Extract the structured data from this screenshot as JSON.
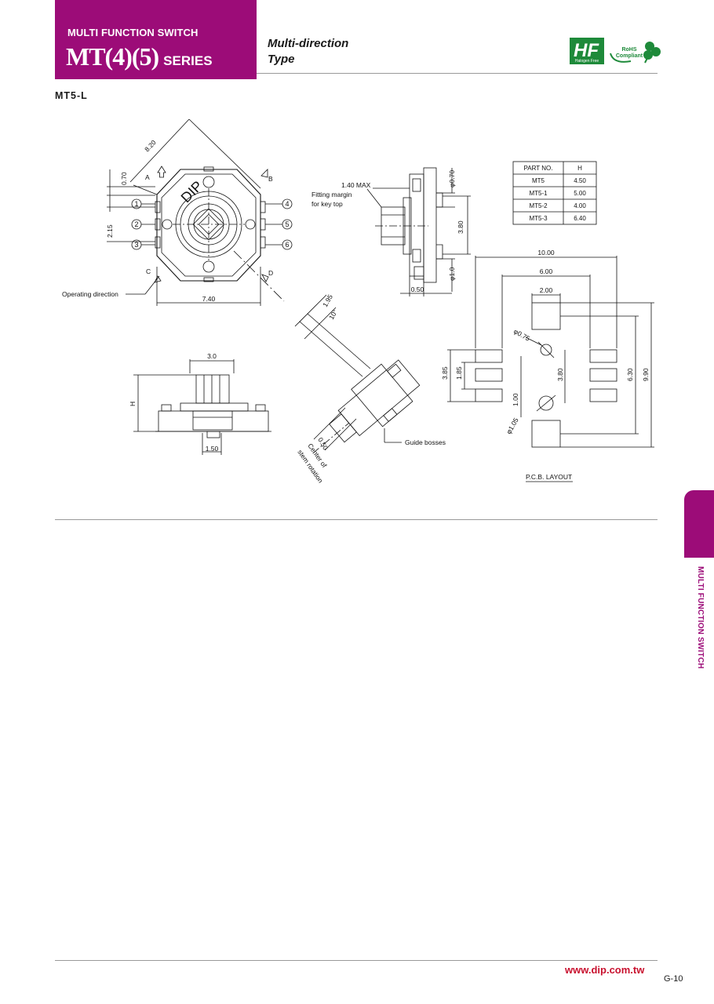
{
  "header": {
    "category": "MULTI FUNCTION SWITCH",
    "series_model": "MT(4)(5)",
    "series_word": "SERIES",
    "subtitle_line1": "Multi-direction",
    "subtitle_line2": "Type",
    "logo_hf_label": "Halogen Free",
    "logo_rohs_line1": "RoHS",
    "logo_rohs_line2": "Compliant",
    "accent_color": "#9c0c78"
  },
  "section": {
    "model_label": "MT5-L"
  },
  "drawing": {
    "top_view": {
      "dim_diagonal": "8.20",
      "dim_top": "0.70",
      "dim_pitch": "2.15",
      "dim_width": "7.40",
      "corner_a": "A",
      "corner_b": "B",
      "corner_c": "C",
      "corner_d": "D",
      "pins": [
        "1",
        "2",
        "3",
        "4",
        "5",
        "6"
      ],
      "brand_mark": "DIP",
      "operating_label": "Operating direction"
    },
    "side_view": {
      "dim_max": "1.40 MAX",
      "fit_line1": "Fitting  margin",
      "fit_line2": "for  key  top",
      "dim_phi_top": "φ0.70",
      "dim_380": "3.80",
      "dim_phi_1": "φ1.0",
      "dim_050": "0.50"
    },
    "part_table": {
      "headers": [
        "PART  NO.",
        "H"
      ],
      "rows": [
        [
          "MT5",
          "4.50"
        ],
        [
          "MT5-1",
          "5.00"
        ],
        [
          "MT5-2",
          "4.00"
        ],
        [
          "MT5-3",
          "6.40"
        ]
      ]
    },
    "front_view": {
      "dim_top": "3.0",
      "dim_h": "H",
      "dim_bottom": "1.50"
    },
    "angled_view": {
      "dim_195": "1.95",
      "dim_angle": "10°",
      "dim_050": "0.50",
      "center_line1": "Center  of",
      "center_line2": "stem  rotation",
      "guide_label": "Guide  bosses"
    },
    "pcb": {
      "dim_1000": "10.00",
      "dim_600": "6.00",
      "dim_200": "2.00",
      "dim_phi075": "φ0.75",
      "dim_phi105": "φ1.05",
      "dim_385": "3.85",
      "dim_185": "1.85",
      "dim_100": "1.00",
      "dim_380": "3.80",
      "dim_630": "6.30",
      "dim_990": "9.90",
      "caption": "P.C.B.  LAYOUT"
    }
  },
  "side_tab": {
    "label": "MULTI FUNCTION SWITCH"
  },
  "footer": {
    "url": "www.dip.com.tw",
    "page": "G-10"
  }
}
